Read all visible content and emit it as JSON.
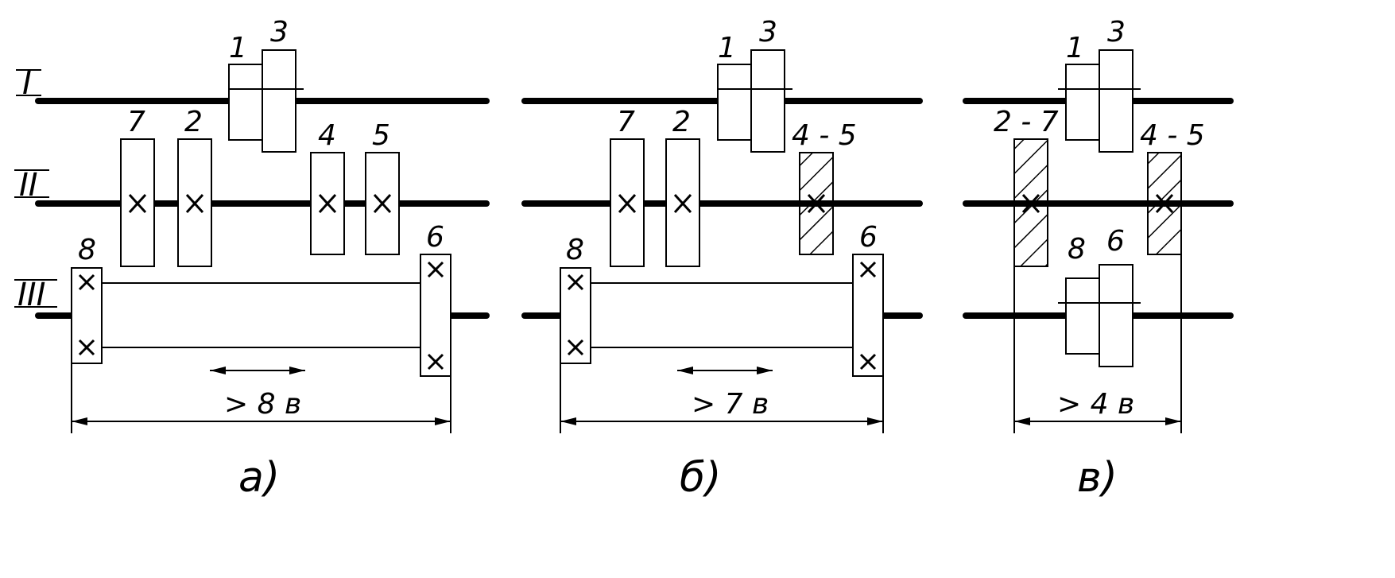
{
  "diagram": {
    "shaft_labels": [
      "I",
      "II",
      "III"
    ],
    "panels": [
      {
        "caption": "а)",
        "gears": {
          "g1": "1",
          "g3": "3",
          "g7": "7",
          "g2": "2",
          "g4": "4",
          "g5": "5",
          "g8": "8",
          "g6": "6"
        },
        "dimension": "> 8 в"
      },
      {
        "caption": "б)",
        "gears": {
          "g1": "1",
          "g3": "3",
          "g7": "7",
          "g2": "2",
          "g45": "4 - 5",
          "g8": "8",
          "g6": "6"
        },
        "dimension": "> 7 в"
      },
      {
        "caption": "в)",
        "gears": {
          "g1": "1",
          "g3": "3",
          "g27": "2 - 7",
          "g45": "4 - 5",
          "g8": "8",
          "g6": "6"
        },
        "dimension": "> 4 в"
      }
    ]
  }
}
